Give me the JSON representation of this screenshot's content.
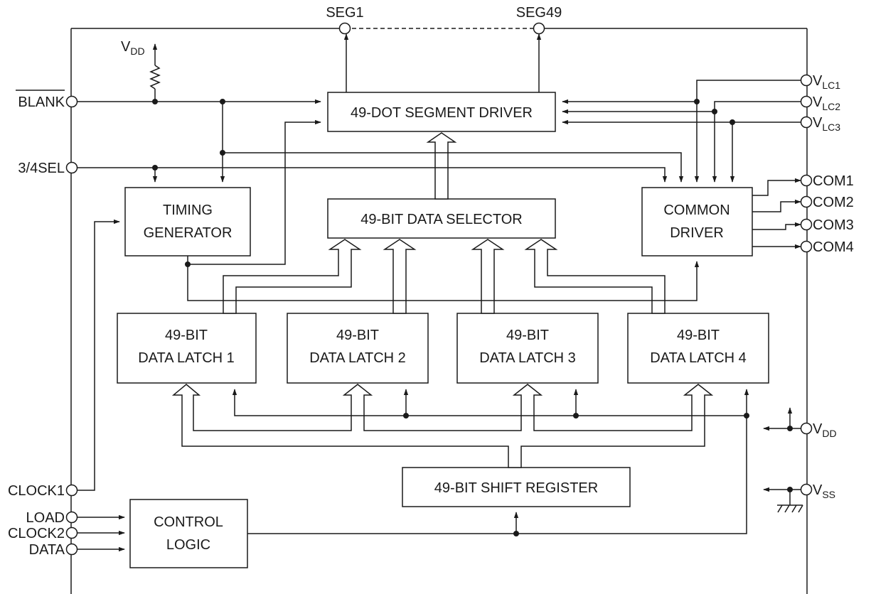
{
  "blocks": {
    "segment_driver": "49-DOT SEGMENT DRIVER",
    "data_selector": "49-BIT DATA SELECTOR",
    "timing_generator": [
      "TIMING",
      "GENERATOR"
    ],
    "common_driver": [
      "COMMON",
      "DRIVER"
    ],
    "latch1": [
      "49-BIT",
      "DATA LATCH 1"
    ],
    "latch2": [
      "49-BIT",
      "DATA LATCH 2"
    ],
    "latch3": [
      "49-BIT",
      "DATA LATCH 3"
    ],
    "latch4": [
      "49-BIT",
      "DATA LATCH 4"
    ],
    "shift_register": "49-BIT SHIFT REGISTER",
    "control_logic": [
      "CONTROL",
      "LOGIC"
    ]
  },
  "pins": {
    "seg1": "SEG1",
    "seg49": "SEG49",
    "blank": "BLANK",
    "sel34": "3/4SEL",
    "clock1": "CLOCK1",
    "load": "LOAD",
    "clock2": "CLOCK2",
    "data": "DATA",
    "vlc1": {
      "main": "V",
      "sub": "LC1"
    },
    "vlc2": {
      "main": "V",
      "sub": "LC2"
    },
    "vlc3": {
      "main": "V",
      "sub": "LC3"
    },
    "com1": "COM1",
    "com2": "COM2",
    "com3": "COM3",
    "com4": "COM4",
    "vdd_right": {
      "main": "V",
      "sub": "DD"
    },
    "vss_right": {
      "main": "V",
      "sub": "SS"
    },
    "vdd_pullup": {
      "main": "V",
      "sub": "DD"
    }
  }
}
